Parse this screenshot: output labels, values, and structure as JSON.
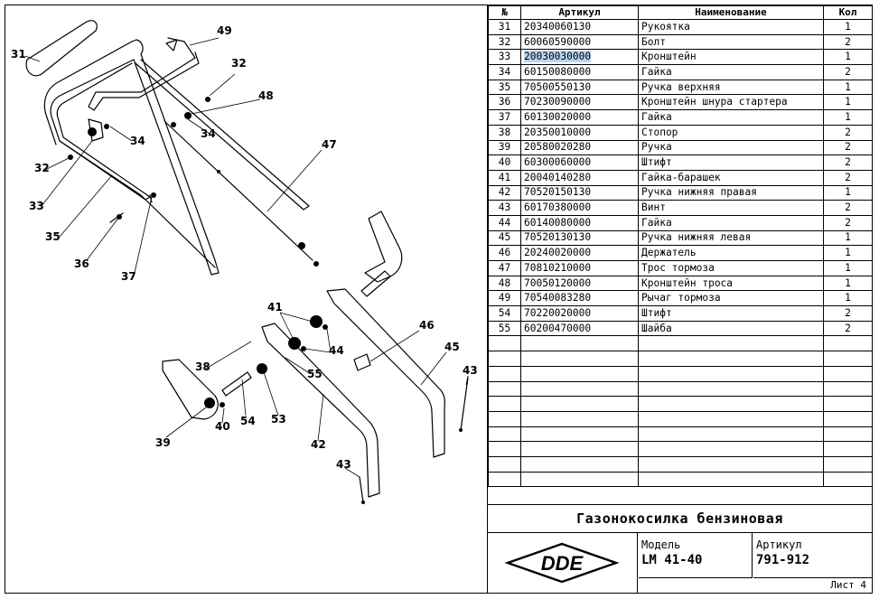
{
  "table": {
    "headers": [
      "№",
      "Артикул",
      "Наименование",
      "Кол"
    ],
    "rows": [
      [
        "31",
        "20340060130",
        "Рукоятка",
        "1"
      ],
      [
        "32",
        "60060590000",
        "Болт",
        "2"
      ],
      [
        "33",
        "20030030000",
        "Кронштейн",
        "1"
      ],
      [
        "34",
        "60150080000",
        "Гайка",
        "2"
      ],
      [
        "35",
        "70500550130",
        "Ручка верхняя",
        "1"
      ],
      [
        "36",
        "70230090000",
        "Кронштейн шнура стартера",
        "1"
      ],
      [
        "37",
        "60130020000",
        "Гайка",
        "1"
      ],
      [
        "38",
        "20350010000",
        "Стопор",
        "2"
      ],
      [
        "39",
        "20580020280",
        "Ручка",
        "2"
      ],
      [
        "40",
        "60300060000",
        "Штифт",
        "2"
      ],
      [
        "41",
        "20040140280",
        "Гайка-барашек",
        "2"
      ],
      [
        "42",
        "70520150130",
        "Ручка нижняя правая",
        "1"
      ],
      [
        "43",
        "60170380000",
        "Винт",
        "2"
      ],
      [
        "44",
        "60140080000",
        "Гайка",
        "2"
      ],
      [
        "45",
        "70520130130",
        "Ручка нижняя левая",
        "1"
      ],
      [
        "46",
        "20240020000",
        "Держатель",
        "1"
      ],
      [
        "47",
        "70810210000",
        "Трос тормоза",
        "1"
      ],
      [
        "48",
        "70050120000",
        "Кронштейн троса",
        "1"
      ],
      [
        "49",
        "70540083280",
        "Рычаг тормоза",
        "1"
      ],
      [
        "54",
        "70220020000",
        "Штифт",
        "2"
      ],
      [
        "55",
        "60200470000",
        "Шайба",
        "2"
      ]
    ],
    "selected_row": 2,
    "empty_rows": 10
  },
  "title": "Газонокосилка бензиновая",
  "logo_text": "DDE",
  "model": {
    "label": "Модель",
    "value": "LM 41-40"
  },
  "article": {
    "label": "Артикул",
    "value": "791-912"
  },
  "sheet": "Лист 4",
  "drawing": {
    "callouts": [
      "31",
      "49",
      "32",
      "48",
      "34",
      "34",
      "47",
      "32",
      "33",
      "35",
      "36",
      "37",
      "41",
      "46",
      "45",
      "43",
      "44",
      "55",
      "38",
      "39",
      "40",
      "54",
      "53",
      "42",
      "43"
    ]
  },
  "colors": {
    "highlight": "#b9d5f2",
    "ink": "#000000"
  }
}
